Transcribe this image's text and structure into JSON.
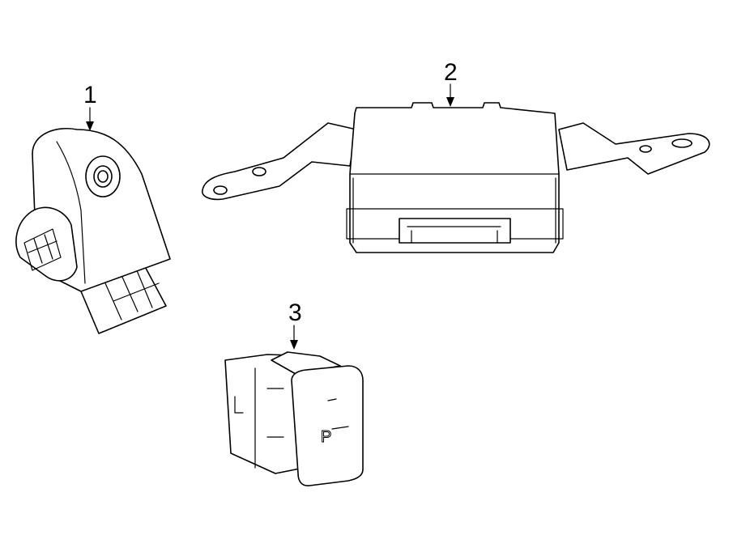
{
  "callouts": [
    {
      "label": "1"
    },
    {
      "label": "2"
    },
    {
      "label": "3"
    }
  ],
  "switch_symbol": "P"
}
